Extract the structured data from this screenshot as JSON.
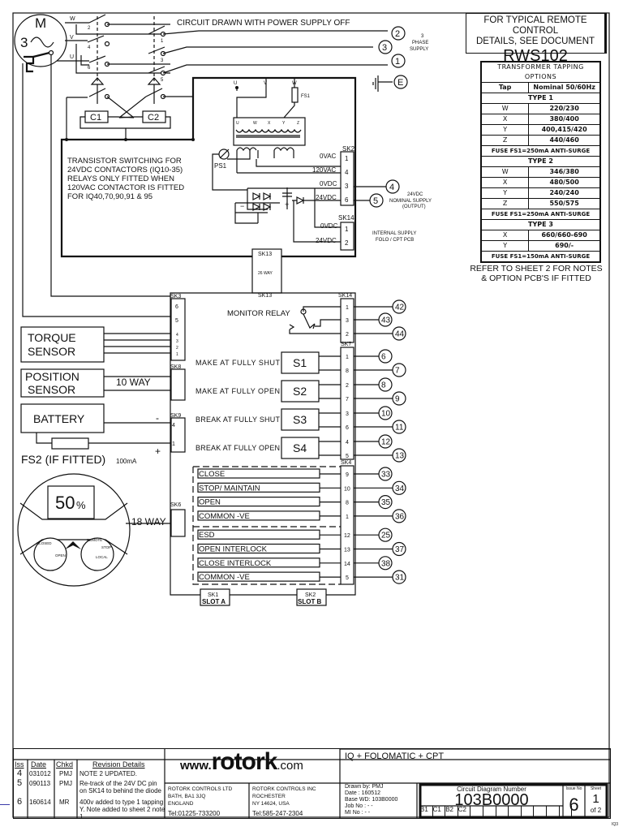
{
  "header_note": "CIRCUIT DRAWN WITH POWER SUPPLY OFF",
  "remote_note": {
    "line1": "FOR TYPICAL REMOTE CONTROL",
    "line2": "DETAILS, SEE DOCUMENT",
    "doc": "RWS102"
  },
  "motor": {
    "label": "M",
    "phase": "3",
    "terminals": [
      "W",
      "V",
      "U"
    ]
  },
  "contactor_terminals": [
    "2",
    "1",
    "4",
    "3",
    "6",
    "5"
  ],
  "coils": [
    "C1",
    "C2"
  ],
  "supply_terminals": [
    {
      "id": "2"
    },
    {
      "id": "3"
    },
    {
      "id": "1"
    }
  ],
  "supply_label": {
    "line1": "3",
    "line2": "PHASE",
    "line3": "SUPPLY"
  },
  "earth": "E",
  "transformer": {
    "taps": [
      "U",
      "W",
      "X",
      "Y",
      "Z"
    ],
    "fuse": "FS1",
    "ps": "PS1",
    "inputs": [
      "U",
      "V",
      "W"
    ]
  },
  "sk2": {
    "label": "SK2",
    "pins": [
      {
        "pin": "1",
        "signal": "0VAC"
      },
      {
        "pin": "4",
        "signal": "120VAC"
      },
      {
        "pin": "3",
        "signal": "0VDC"
      },
      {
        "pin": "6",
        "signal": "24VDC"
      }
    ]
  },
  "sk14_supply": {
    "label": "SK14",
    "pins": [
      {
        "pin": "1",
        "signal": "0VDC"
      },
      {
        "pin": "2",
        "signal": "24VDC"
      }
    ]
  },
  "dc_output": {
    "terminals": [
      "4",
      "5"
    ],
    "line1": "24VDC",
    "line2": "NOMINAL SUPPLY",
    "line3": "(OUTPUT)"
  },
  "internal_supply": {
    "line1": "INTERNAL SUPPLY",
    "line2": "FOLO / CPT PCB"
  },
  "transistor_note": [
    "TRANSISTOR SWITCHING FOR",
    "24VDC CONTACTORS (IQ10-35)",
    "RELAYS ONLY FITTED WHEN",
    "120VAC CONTACTOR IS FITTED",
    "FOR IQ40,70,90,91 & 95"
  ],
  "sk13": {
    "top": "SK13",
    "mid": "26 WAY",
    "bottom": "SK13"
  },
  "transformer_table": {
    "title": "TRANSFORMER TAPPING OPTIONS",
    "headers": [
      "Tap",
      "Nominal 50/60Hz"
    ],
    "groups": [
      {
        "type": "TYPE 1",
        "rows": [
          [
            "W",
            "220/230"
          ],
          [
            "X",
            "380/400"
          ],
          [
            "Y",
            "400,415/420"
          ],
          [
            "Z",
            "440/460"
          ]
        ],
        "fuse": "FUSE FS1=250mA ANTI-SURGE"
      },
      {
        "type": "TYPE 2",
        "rows": [
          [
            "W",
            "346/380"
          ],
          [
            "X",
            "480/500"
          ],
          [
            "Y",
            "240/240"
          ],
          [
            "Z",
            "550/575"
          ]
        ],
        "fuse": "FUSE FS1=250mA ANTI-SURGE"
      },
      {
        "type": "TYPE 3",
        "rows": [
          [
            "X",
            "660/660-690"
          ],
          [
            "Y",
            "690/-"
          ]
        ],
        "fuse": "FUSE FS1=150mA ANTI-SURGE"
      }
    ]
  },
  "refer_note": {
    "line1": "REFER TO SHEET 2 FOR NOTES",
    "line2": "& OPTION PCB'S IF FITTED"
  },
  "sk3": {
    "label": "SK3",
    "pins": [
      "6",
      "5",
      "4",
      "3",
      "2",
      "1"
    ]
  },
  "sk8": {
    "label": "SK8"
  },
  "sk9": {
    "label": "SK9",
    "pins": [
      "4",
      "1"
    ]
  },
  "sk6": {
    "label": "SK6"
  },
  "torque_sensor": {
    "line1": "TORQUE",
    "line2": "SENSOR"
  },
  "position_sensor": {
    "line1": "POSITION",
    "line2": "SENSOR",
    "way": "10 WAY"
  },
  "battery": {
    "label": "BATTERY",
    "minus": "-",
    "plus": "+"
  },
  "fs2": {
    "label": "FS2 (IF FITTED)",
    "rating": "100mA"
  },
  "display": {
    "value": "50",
    "unit": "%",
    "way": "18 WAY",
    "left_knob": [
      "CLOSED",
      "OPEN"
    ],
    "right_knob": [
      "REMOTE",
      "STOP",
      "LOCAL"
    ]
  },
  "monitor_relay": {
    "label": "MONITOR RELAY",
    "sk14": "SK14",
    "pins": [
      {
        "pin": "1",
        "term": "42"
      },
      {
        "pin": "3",
        "term": "43"
      },
      {
        "pin": "2",
        "term": "44"
      }
    ]
  },
  "sk7": {
    "label": "SK7",
    "switches": [
      {
        "id": "S1",
        "label": "MAKE AT FULLY SHUT",
        "pins": [
          {
            "pin": "1",
            "term": "6"
          },
          {
            "pin": "8",
            "term": "7"
          }
        ]
      },
      {
        "id": "S2",
        "label": "MAKE AT FULLY OPEN",
        "pins": [
          {
            "pin": "2",
            "term": "8"
          },
          {
            "pin": "7",
            "term": "9"
          }
        ]
      },
      {
        "id": "S3",
        "label": "BREAK AT FULLY SHUT",
        "pins": [
          {
            "pin": "3",
            "term": "10"
          },
          {
            "pin": "6",
            "term": "11"
          }
        ]
      },
      {
        "id": "S4",
        "label": "BREAK AT FULLY OPEN",
        "pins": [
          {
            "pin": "4",
            "term": "12"
          },
          {
            "pin": "5",
            "term": "13"
          }
        ]
      }
    ]
  },
  "sk4": {
    "label": "SK4",
    "inputs": [
      {
        "label": "CLOSE",
        "pin": "9",
        "term": "33"
      },
      {
        "label": "STOP/ MAINTAIN",
        "pin": "10",
        "term": "34"
      },
      {
        "label": "OPEN",
        "pin": "8",
        "term": "35"
      },
      {
        "label": "COMMON -VE",
        "pin": "1",
        "term": "36"
      },
      {
        "label": "ESD",
        "pin": "12",
        "term": "25"
      },
      {
        "label": "OPEN INTERLOCK",
        "pin": "13",
        "term": "37"
      },
      {
        "label": "CLOSE INTERLOCK",
        "pin": "14",
        "term": "38"
      },
      {
        "label": "COMMON -VE",
        "pin": "5",
        "term": "31"
      }
    ]
  },
  "slots": [
    {
      "sk": "SK1",
      "slot": "SLOT A"
    },
    {
      "sk": "SK2",
      "slot": "SLOT B"
    }
  ],
  "title_block": {
    "revision_headers": [
      "Iss",
      "Date",
      "Chkd",
      "Revision Details"
    ],
    "revisions": [
      {
        "iss": "4",
        "date": "031012",
        "chkd": "PMJ",
        "details": "NOTE 2 UPDATED."
      },
      {
        "iss": "5",
        "date": "090113",
        "chkd": "PMJ",
        "details": "Re-track of the 24V DC pin on SK14 to behind the diode"
      },
      {
        "iss": "6",
        "date": "160614",
        "chkd": "MR",
        "details": "400v added to type 1 tapping Y. Note added to sheet 2 note 1."
      }
    ],
    "logo": {
      "prefix": "www.",
      "brand": "rotork",
      "suffix": ".com"
    },
    "uk": {
      "name": "ROTORK CONTROLS LTD",
      "city": "BATH, BA1 3JQ",
      "country": "ENGLAND",
      "tel": "Tel:01225-733200"
    },
    "us": {
      "name": "ROTORK CONTROLS INC",
      "city": "ROCHESTER",
      "country": "NY 14624, USA",
      "tel": "Tel:585-247-2304"
    },
    "product": "IQ + FOLOMATIC + CPT",
    "drawn_by": "Drawn by: PMJ",
    "date": "Date      : 160512",
    "base_wd": "Base WD: 103B0000",
    "job_no": "Job No   : - -",
    "mi_no": "MI No     : - -",
    "diagram_label": "Circuit Diagram Number",
    "diagram_number": "103B0000",
    "grid_cells": [
      "B1",
      "C1",
      "B2",
      "C2",
      "",
      "",
      "",
      "",
      "",
      "",
      "",
      ""
    ],
    "issue_label": "Issue No",
    "issue": "6",
    "sheet_label": "Sheet",
    "sheet": "1",
    "sheet_of": "of 2",
    "corner": "IQ3"
  }
}
